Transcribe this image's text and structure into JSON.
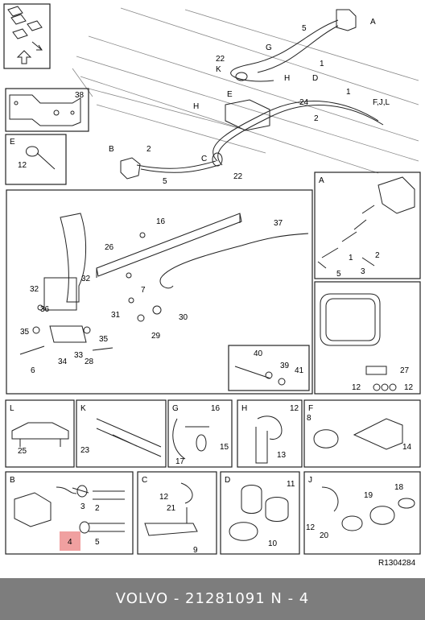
{
  "footer": {
    "text": "VOLVO - 21281091     N - 4"
  },
  "drawing_ref": "R1304284",
  "overview_labels": [
    "A",
    "5",
    "1",
    "G",
    "22",
    "K",
    "H",
    "D",
    "1",
    "F,J,L",
    "24",
    "2",
    "H",
    "E",
    "2",
    "B",
    "C",
    "22",
    "5"
  ],
  "box_38": {
    "letter": "38"
  },
  "box_E": {
    "letter": "E",
    "part": "12"
  },
  "main_labels": [
    "16",
    "37",
    "26",
    "32",
    "32",
    "7",
    "31",
    "30",
    "36",
    "29",
    "35",
    "35",
    "33",
    "28",
    "34",
    "6"
  ],
  "box_40": {
    "labels": [
      "40",
      "39",
      "41"
    ]
  },
  "box_A": {
    "letter": "A",
    "labels": [
      "2",
      "1",
      "5",
      "3"
    ]
  },
  "box_frame": {
    "labels": [
      "27",
      "12",
      "12"
    ]
  },
  "box_L": {
    "letter": "L",
    "part": "25"
  },
  "box_K": {
    "letter": "K",
    "part": "23"
  },
  "box_G": {
    "letter": "G",
    "labels": [
      "16",
      "15",
      "17"
    ]
  },
  "box_H": {
    "letter": "H",
    "labels": [
      "12",
      "13"
    ]
  },
  "box_F": {
    "letter": "F",
    "labels": [
      "8",
      "14"
    ]
  },
  "box_B": {
    "letter": "B",
    "labels": [
      "3",
      "2",
      "4",
      "5"
    ],
    "highlight": "4"
  },
  "box_C": {
    "letter": "C",
    "labels": [
      "12",
      "21",
      "9"
    ]
  },
  "box_D": {
    "letter": "D",
    "labels": [
      "11",
      "10"
    ]
  },
  "box_J": {
    "letter": "J",
    "labels": [
      "18",
      "19",
      "12",
      "20"
    ]
  },
  "colors": {
    "footer_bg": "#7d7d7d",
    "highlight": "#f0a0a0"
  }
}
